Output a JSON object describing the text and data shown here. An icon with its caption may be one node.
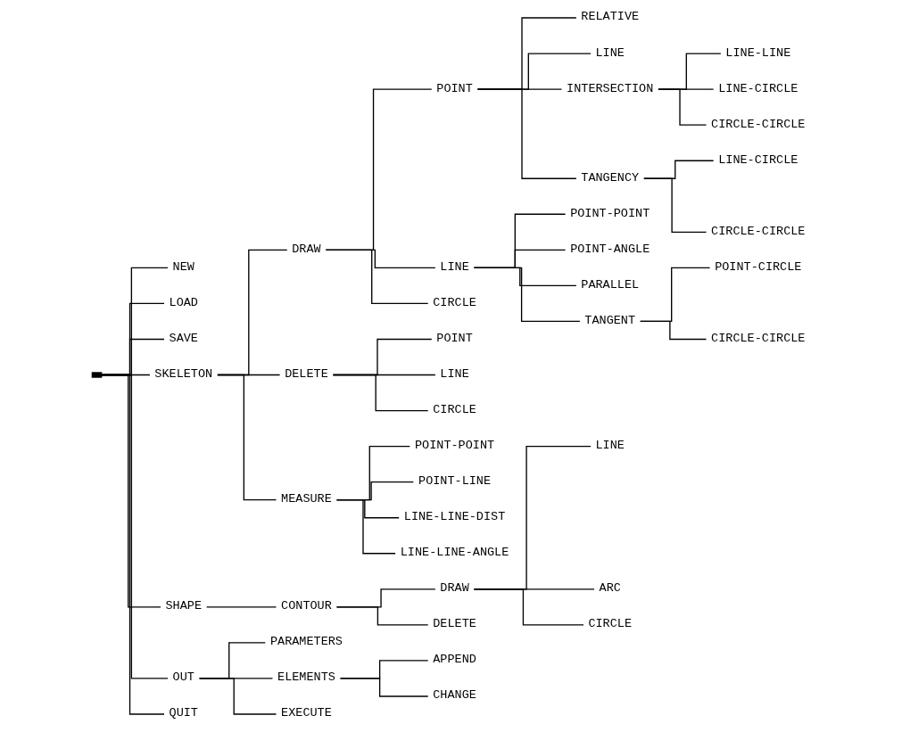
{
  "diagram": {
    "nodes": [
      {
        "text": [],
        "shape": "bar"
      },
      {
        "text": [
          "NEW"
        ]
      },
      {
        "text": [
          "LOAD"
        ]
      },
      {
        "text": [
          "SAVE"
        ]
      },
      {
        "text": [
          "SKELETON"
        ]
      },
      {
        "text": [
          "DRAW"
        ]
      },
      {
        "text": [
          "POINT"
        ]
      },
      {
        "text": [
          "RELATIVE"
        ]
      },
      {
        "text": [
          "LINE"
        ]
      },
      {
        "text": [
          "INTERSECTION"
        ]
      },
      {
        "text": [
          "LINE-LINE"
        ]
      },
      {
        "text": [
          "LINE-CIRCLE"
        ]
      },
      {
        "text": [
          "CIRCLE-CIRCLE"
        ]
      },
      {
        "text": [
          "TANGENCY"
        ]
      },
      {
        "text": [
          "LINE-CIRCLE"
        ]
      },
      {
        "text": [
          "CIRCLE-CIRCLE"
        ]
      },
      {
        "text": [
          "LINE"
        ]
      },
      {
        "text": [
          "POINT-POINT"
        ]
      },
      {
        "text": [
          "POINT-ANGLE"
        ]
      },
      {
        "text": [
          "PARALLEL"
        ]
      },
      {
        "text": [
          "TANGENT"
        ]
      },
      {
        "text": [
          "POINT-CIRCLE"
        ]
      },
      {
        "text": [
          "CIRCLE-CIRCLE"
        ]
      },
      {
        "text": [
          "CIRCLE"
        ]
      },
      {
        "text": [
          "DELETE"
        ]
      },
      {
        "text": [
          "POINT"
        ]
      },
      {
        "text": [
          "LINE"
        ]
      },
      {
        "text": [
          "CIRCLE"
        ]
      },
      {
        "text": [
          "MEASURE"
        ]
      },
      {
        "text": [
          "POINT-POINT"
        ]
      },
      {
        "text": [
          "POINT-LINE"
        ]
      },
      {
        "text": [
          "LINE-LINE-DIST"
        ]
      },
      {
        "text": [
          "LINE-LINE-ANGLE"
        ]
      },
      {
        "text": [
          "SHAPE"
        ]
      },
      {
        "text": [
          "CONTOUR"
        ]
      },
      {
        "text": [
          "DRAW"
        ]
      },
      {
        "text": [
          "LINE"
        ]
      },
      {
        "text": [
          "ARC"
        ]
      },
      {
        "text": [
          "CIRCLE"
        ]
      },
      {
        "text": [
          "DELETE"
        ]
      },
      {
        "text": [
          "OUT"
        ]
      },
      {
        "text": [
          "PARAMETERS"
        ]
      },
      {
        "text": [
          "ELEMENTS"
        ]
      },
      {
        "text": [
          "APPEND"
        ]
      },
      {
        "text": [
          "CHANGE"
        ]
      },
      {
        "text": [
          "EXECUTE"
        ]
      },
      {
        "text": [
          "QUIT"
        ]
      }
    ],
    "edges": [
      {
        "from": 0,
        "to": 1,
        "arrow": "none"
      },
      {
        "from": 0,
        "to": 2,
        "arrow": "none"
      },
      {
        "from": 0,
        "to": 3,
        "arrow": "none"
      },
      {
        "from": 0,
        "to": 4,
        "arrow": "none"
      },
      {
        "from": 4,
        "to": 5,
        "arrow": "none"
      },
      {
        "from": 5,
        "to": 6,
        "arrow": "none"
      },
      {
        "from": 6,
        "to": 7,
        "arrow": "none"
      },
      {
        "from": 6,
        "to": 8,
        "arrow": "none"
      },
      {
        "from": 6,
        "to": 9,
        "arrow": "none"
      },
      {
        "from": 9,
        "to": 10,
        "arrow": "none"
      },
      {
        "from": 9,
        "to": 11,
        "arrow": "none"
      },
      {
        "from": 9,
        "to": 12,
        "arrow": "none"
      },
      {
        "from": 6,
        "to": 13,
        "arrow": "none"
      },
      {
        "from": 13,
        "to": 14,
        "arrow": "none"
      },
      {
        "from": 13,
        "to": 15,
        "arrow": "none"
      },
      {
        "from": 5,
        "to": 16,
        "arrow": "none"
      },
      {
        "from": 16,
        "to": 17,
        "arrow": "none"
      },
      {
        "from": 16,
        "to": 18,
        "arrow": "none"
      },
      {
        "from": 16,
        "to": 19,
        "arrow": "none"
      },
      {
        "from": 16,
        "to": 20,
        "arrow": "none"
      },
      {
        "from": 20,
        "to": 21,
        "arrow": "none"
      },
      {
        "from": 20,
        "to": 22,
        "arrow": "none"
      },
      {
        "from": 5,
        "to": 23,
        "arrow": "none"
      },
      {
        "from": 4,
        "to": 24,
        "arrow": "none"
      },
      {
        "from": 24,
        "to": 25,
        "arrow": "none"
      },
      {
        "from": 24,
        "to": 26,
        "arrow": "none"
      },
      {
        "from": 24,
        "to": 27,
        "arrow": "none"
      },
      {
        "from": 4,
        "to": 28,
        "arrow": "none"
      },
      {
        "from": 28,
        "to": 29,
        "arrow": "none"
      },
      {
        "from": 28,
        "to": 30,
        "arrow": "none"
      },
      {
        "from": 28,
        "to": 31,
        "arrow": "none"
      },
      {
        "from": 28,
        "to": 32,
        "arrow": "none"
      },
      {
        "from": 0,
        "to": 33,
        "arrow": "none"
      },
      {
        "from": 33,
        "to": 34,
        "arrow": "none"
      },
      {
        "from": 34,
        "to": 35,
        "arrow": "none"
      },
      {
        "from": 35,
        "to": 36,
        "arrow": "none"
      },
      {
        "from": 35,
        "to": 37,
        "arrow": "none"
      },
      {
        "from": 35,
        "to": 38,
        "arrow": "none"
      },
      {
        "from": 34,
        "to": 39,
        "arrow": "none"
      },
      {
        "from": 0,
        "to": 40,
        "arrow": "none"
      },
      {
        "from": 40,
        "to": 41,
        "arrow": "none"
      },
      {
        "from": 40,
        "to": 42,
        "arrow": "none"
      },
      {
        "from": 42,
        "to": 43,
        "arrow": "none"
      },
      {
        "from": 42,
        "to": 44,
        "arrow": "none"
      },
      {
        "from": 40,
        "to": 45,
        "arrow": "none"
      },
      {
        "from": 0,
        "to": 46,
        "arrow": "none"
      }
    ]
  }
}
